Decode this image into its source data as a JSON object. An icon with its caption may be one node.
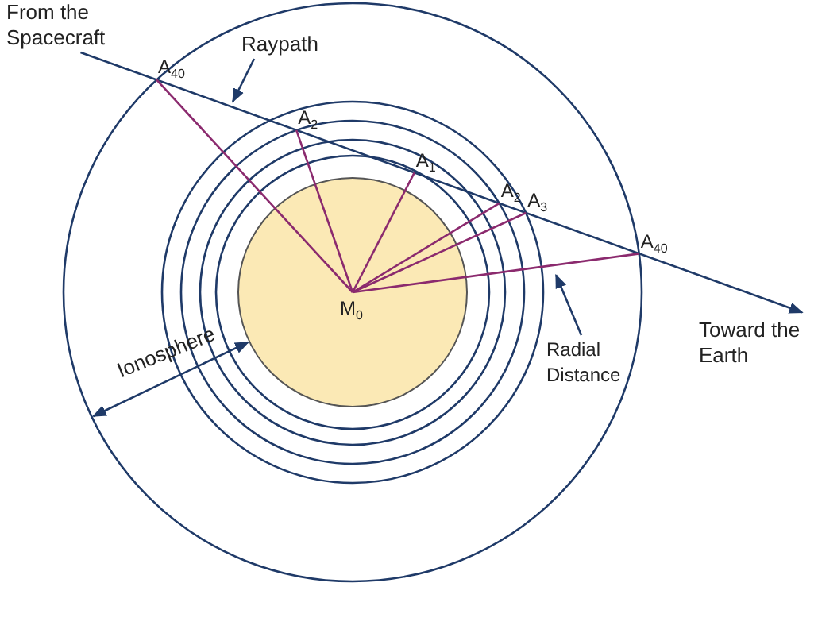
{
  "diagram": {
    "nodes": [
      {
        "text": [
          "From the Spacecraft"
        ]
      },
      {
        "text": [
          "Toward the Earth"
        ]
      },
      {
        "text": [
          "A$_{40}$"
        ]
      },
      {
        "text": [
          "A$_{2}$"
        ]
      },
      {
        "text": [
          "A$_{1}$"
        ]
      },
      {
        "text": [
          "A$_{2}$"
        ]
      },
      {
        "text": [
          "A$_{3}$"
        ]
      },
      {
        "text": [
          "A$_{40}$"
        ]
      },
      {
        "text": [
          "M$_{0}$"
        ]
      },
      {
        "text": [
          "Raypath"
        ]
      },
      {
        "text": [
          "Radial Distance"
        ]
      }
    ],
    "edges": [
      {
        "from": 0,
        "to": 1,
        "arrow": "to",
        "color": "#1f3a68"
      },
      {
        "from": 8,
        "to": 2,
        "arrow": "none"
      },
      {
        "from": 8,
        "to": 3,
        "arrow": "none"
      },
      {
        "from": 8,
        "to": 4,
        "arrow": "none"
      },
      {
        "from": 8,
        "to": 5,
        "arrow": "none"
      },
      {
        "from": 8,
        "to": 6,
        "arrow": "none"
      },
      {
        "from": 8,
        "to": 7,
        "arrow": "none"
      },
      {
        "from": 9,
        "to": null,
        "arrow": "to",
        "color": "#1f3a68"
      },
      {
        "from": 10,
        "to": null,
        "arrow": "to",
        "color": "#1f3a68"
      }
    ],
    "labels": [
      "Ionosphere"
    ]
  }
}
